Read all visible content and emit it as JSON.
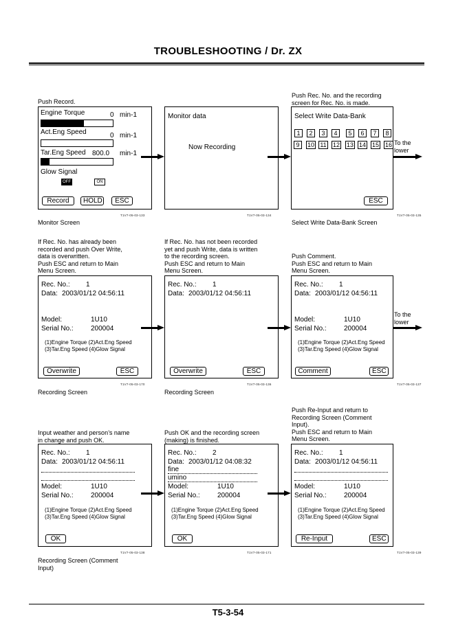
{
  "header": {
    "title": "TROUBLESHOOTING / Dr. ZX"
  },
  "footer": {
    "page": "T5-3-54"
  },
  "row1": {
    "p1": {
      "note": "Push Record.",
      "caption": "Monitor Screen",
      "fig": "T1V7-05-03-133",
      "rows": [
        {
          "label": "Engine Torque",
          "value": "0",
          "unit": "min-1",
          "fill": 0.6
        },
        {
          "label": "Act.Eng Speed",
          "value": "0",
          "unit": "min-1",
          "fill": 0.0
        },
        {
          "label": "Tar.Eng Speed",
          "value": "800.0",
          "unit": "min-1",
          "fill": 0.12
        }
      ],
      "glow_label": "Glow Signal",
      "glow_off": "OFF",
      "glow_on": "ON",
      "buttons": {
        "record": "Record",
        "hold": "HOLD",
        "esc": "ESC"
      }
    },
    "p2": {
      "title": "Monitor data",
      "status": "Now Recording",
      "fig": "T1V7-05-03-134"
    },
    "p3": {
      "note": [
        "Push Rec. No. and the recording",
        "screen for Rec. No. is made."
      ],
      "title": "Select Write Data-Bank",
      "numbers1": [
        "1",
        "2",
        "3",
        "4",
        "5",
        "6",
        "7",
        "8"
      ],
      "numbers2": [
        "9",
        "10",
        "11",
        "12",
        "13",
        "14",
        "15",
        "16"
      ],
      "esc": "ESC",
      "to_lower": [
        "To the",
        "lower"
      ],
      "caption": "Select Write Data-Bank Screen",
      "fig": "T1V7-05-03-135"
    }
  },
  "row2": {
    "p1": {
      "note": [
        "If Rec. No. has already been",
        "recorded and push Over Write,",
        "data is overwritten.",
        "Push ESC and return to Main",
        "Menu Screen."
      ],
      "recno_label": "Rec. No.:",
      "recno": "1",
      "data_label": "Data:",
      "data": "2003/01/12  04:56:11",
      "model_label": "Model:",
      "model": "1U10",
      "serial_label": "Serial No.:",
      "serial": "200004",
      "items1": "(1)Engine Torque  (2)Act.Eng Speed",
      "items2": "(3)Tar.Eng Speed  (4)Glow Signal",
      "btn_left": "Overwrite",
      "esc": "ESC",
      "caption": "Recording Screen",
      "fig": "T1V7-05-03-170"
    },
    "p2": {
      "note": [
        "If Rec. No. has not been recorded",
        "yet and push Write, data is written",
        "to the recording screen.",
        "Push ESC and return to Main",
        "Menu Screen."
      ],
      "recno_label": "Rec. No.:",
      "recno": "1",
      "data_label": "Data:",
      "data": "2003/01/12  04:56:11",
      "btn_left": "Overwrite",
      "esc": "ESC",
      "caption": "Recording Screen",
      "fig": "T1V7-05-03-136"
    },
    "p3": {
      "note": [
        "Push Comment.",
        "Push ESC and return to Main",
        "Menu Screen."
      ],
      "recno_label": "Rec. No.:",
      "recno": "1",
      "data_label": "Data:",
      "data": "2003/01/12  04:56:11",
      "model_label": "Model:",
      "model": "1U10",
      "serial_label": "Serial No.:",
      "serial": "200004",
      "items1": "(1)Engine Torque  (2)Act.Eng Speed",
      "items2": "(3)Tar.Eng Speed  (4)Glow Signal",
      "btn_left": "Comment",
      "esc": "ESC",
      "to_lower": [
        "To the",
        "lower"
      ],
      "fig": "T1V7-05-03-137"
    }
  },
  "row3": {
    "p1": {
      "note": [
        "Input weather and person’s name",
        "in change and push OK."
      ],
      "recno_label": "Rec. No.:",
      "recno": "1",
      "data_label": "Data:",
      "data": "2003/01/12  04:56:11",
      "model_label": "Model:",
      "model": "1U10",
      "serial_label": "Serial No.:",
      "serial": "200004",
      "items1": "(1)Engine Torque  (2)Act.Eng Speed",
      "items2": "(3)Tar.Eng Speed  (4)Glow Signal",
      "ok": "OK",
      "caption": [
        "Recording Screen (Comment",
        "Input)"
      ],
      "fig": "T1V7-05-03-138"
    },
    "p2": {
      "note": [
        "Push OK and the recording screen",
        "(making) is finished."
      ],
      "recno_label": "Rec. No.:",
      "recno": "2",
      "data_label": "Data:",
      "data": "2003/01/12  04:08:32",
      "comment1": "fine",
      "comment2": "umino",
      "model_label": "Model:",
      "model": "1U10",
      "serial_label": "Serial No.:",
      "serial": "200004",
      "items1": "(1)Engine Torque  (2)Act.Eng Speed",
      "items2": "(3)Tar.Eng Speed  (4)Glow Signal",
      "ok": "OK",
      "fig": "T1V7-05-03-171"
    },
    "p3": {
      "note": [
        "Push Re-Input and return to",
        "Recording Screen (Comment",
        "Input).",
        "Push ESC and return to Main",
        "Menu Screen."
      ],
      "recno_label": "Rec. No.:",
      "recno": "1",
      "data_label": "Data:",
      "data": "2003/01/12  04:56:11",
      "model_label": "Model:",
      "model": "1U10",
      "serial_label": "Serial No.:",
      "serial": "200004",
      "items1": "(1)Engine Torque  (2)Act.Eng Speed",
      "items2": "(3)Tar.Eng Speed  (4)Glow Signal",
      "btn_left": "Re-Input",
      "esc": "ESC",
      "fig": "T1V7-05-03-139"
    }
  }
}
